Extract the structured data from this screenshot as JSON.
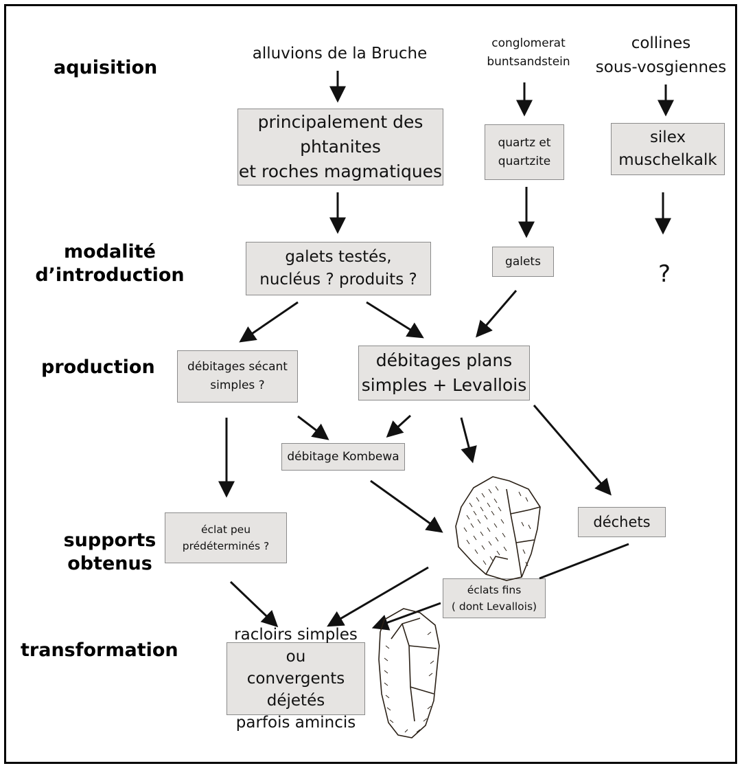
{
  "stages": {
    "acquisition": "aquisition",
    "introduction_line1": "modalité",
    "introduction_line2": "d’introduction",
    "production": "production",
    "supports_line1": "supports",
    "supports_line2": "obtenus",
    "transformation": "transformation"
  },
  "sources": {
    "bruche": "alluvions de la Bruche",
    "conglomerat_line1": "conglomerat",
    "conglomerat_line2": "buntsandstein",
    "collines_line1": "collines",
    "collines_line2": "sous-vosgiennes"
  },
  "boxes": {
    "phtanites": [
      "principalement des",
      "phtanites",
      "et roches magmatiques"
    ],
    "quartz": [
      "quartz et",
      "quartzite"
    ],
    "silex": [
      "silex",
      "muschelkalk"
    ],
    "galets_testes": [
      "galets testés,",
      "nucléus ? produits ?"
    ],
    "galets": [
      "galets"
    ],
    "question_mark": "?",
    "debitages_secant": [
      "débitages sécant",
      "simples ?"
    ],
    "debitages_plans": [
      "débitages plans",
      "simples + Levallois"
    ],
    "kombewa": [
      "débitage Kombewa"
    ],
    "eclat_peu": [
      "éclat peu",
      "prédéterminés ?"
    ],
    "dechets": [
      "déchets"
    ],
    "eclats_fins": [
      "éclats fins",
      "( dont Levallois)"
    ],
    "racloirs": [
      "racloirs simples ou",
      "convergents déjetés",
      "parfois amincis"
    ]
  },
  "illustrations": {
    "flake": "flake-drawing",
    "scraper": "scraper-drawing"
  },
  "colors": {
    "box_fill": "#e6e4e2",
    "box_border": "#8a8a8a",
    "arrow": "#111111"
  }
}
